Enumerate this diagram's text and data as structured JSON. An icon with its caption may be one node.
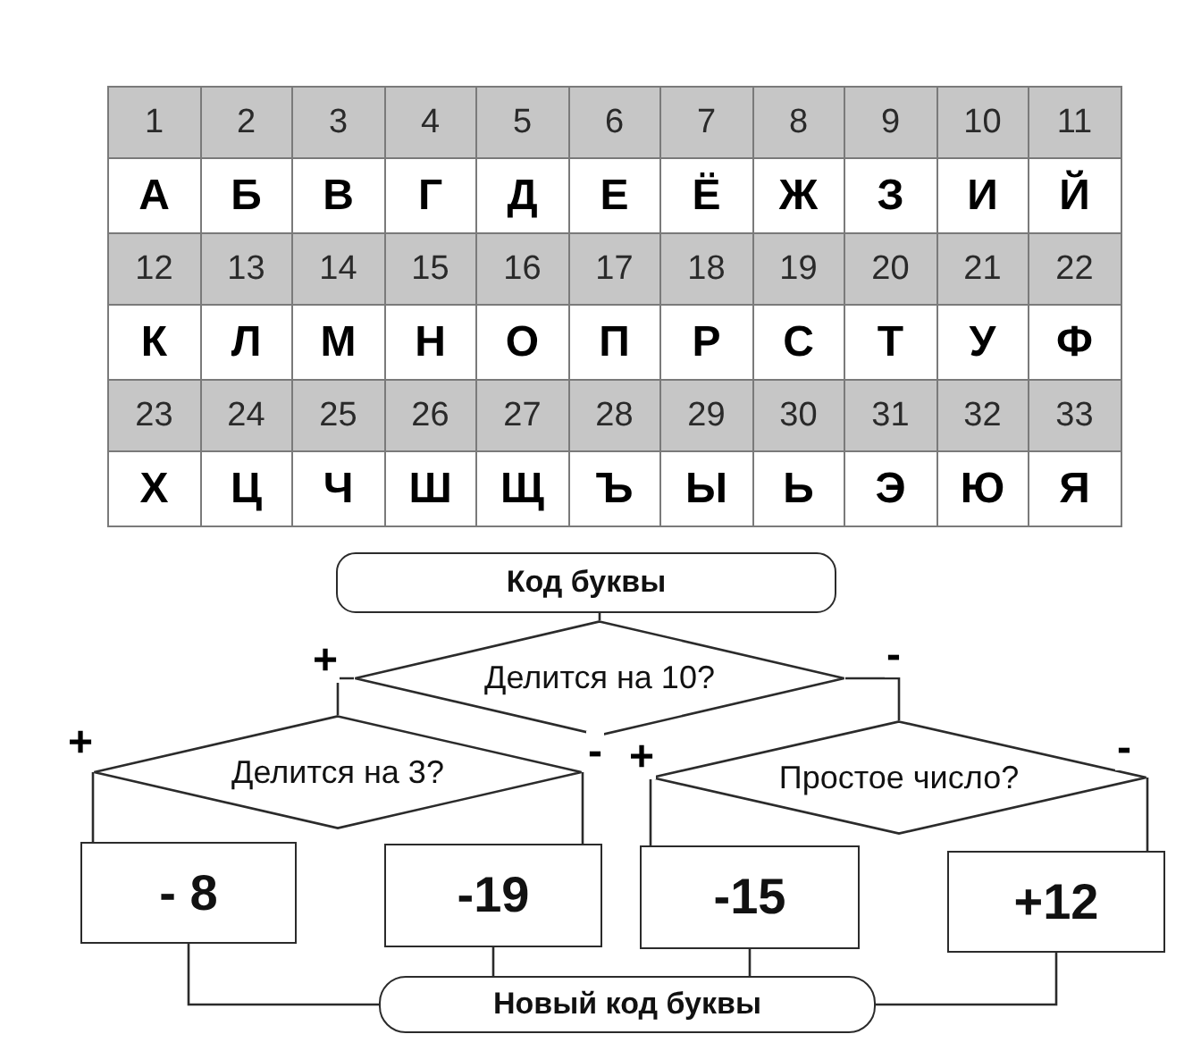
{
  "diagram": {
    "nodes": [
      {
        "text": [
          "Код буквы"
        ]
      },
      {
        "text": [
          "Делится на 10?"
        ]
      },
      {
        "text": [
          "Делится на 3?"
        ]
      },
      {
        "text": [
          "Простое число?"
        ]
      },
      {
        "text": [
          "- 8"
        ]
      },
      {
        "text": [
          "-19"
        ]
      },
      {
        "text": [
          "-15"
        ]
      },
      {
        "text": [
          "+12"
        ]
      },
      {
        "text": [
          "Новый код буквы"
        ]
      }
    ],
    "edges": [
      {
        "from": 0,
        "to": 1,
        "arrow": "none"
      },
      {
        "from": 1,
        "to": 2,
        "arrow": "none",
        "label": "+"
      },
      {
        "from": 1,
        "to": 3,
        "arrow": "none",
        "label": "-"
      },
      {
        "from": 2,
        "to": 4,
        "arrow": "none",
        "label": "+"
      },
      {
        "from": 2,
        "to": 5,
        "arrow": "none",
        "label": "-"
      },
      {
        "from": 3,
        "to": 6,
        "arrow": "none",
        "label": "+"
      },
      {
        "from": 3,
        "to": 7,
        "arrow": "none",
        "label": "-"
      },
      {
        "from": 4,
        "to": 8,
        "arrow": "none"
      },
      {
        "from": 5,
        "to": 8,
        "arrow": "none"
      },
      {
        "from": 6,
        "to": 8,
        "arrow": "none"
      },
      {
        "from": 7,
        "to": 8,
        "arrow": "none"
      }
    ],
    "labels": [
      "1",
      "2",
      "3",
      "4",
      "5",
      "6",
      "7",
      "8",
      "9",
      "10",
      "11",
      "А",
      "Б",
      "В",
      "Г",
      "Д",
      "Е",
      "Ё",
      "Ж",
      "З",
      "И",
      "Й",
      "12",
      "13",
      "14",
      "15",
      "16",
      "17",
      "18",
      "19",
      "20",
      "21",
      "22",
      "К",
      "Л",
      "М",
      "Н",
      "О",
      "П",
      "Р",
      "С",
      "Т",
      "У",
      "Ф",
      "23",
      "24",
      "25",
      "26",
      "27",
      "28",
      "29",
      "30",
      "31",
      "32",
      "33",
      "Х",
      "Ц",
      "Ч",
      "Ш",
      "Щ",
      "Ъ",
      "Ы",
      "Ь",
      "Э",
      "Ю",
      "Я"
    ]
  }
}
